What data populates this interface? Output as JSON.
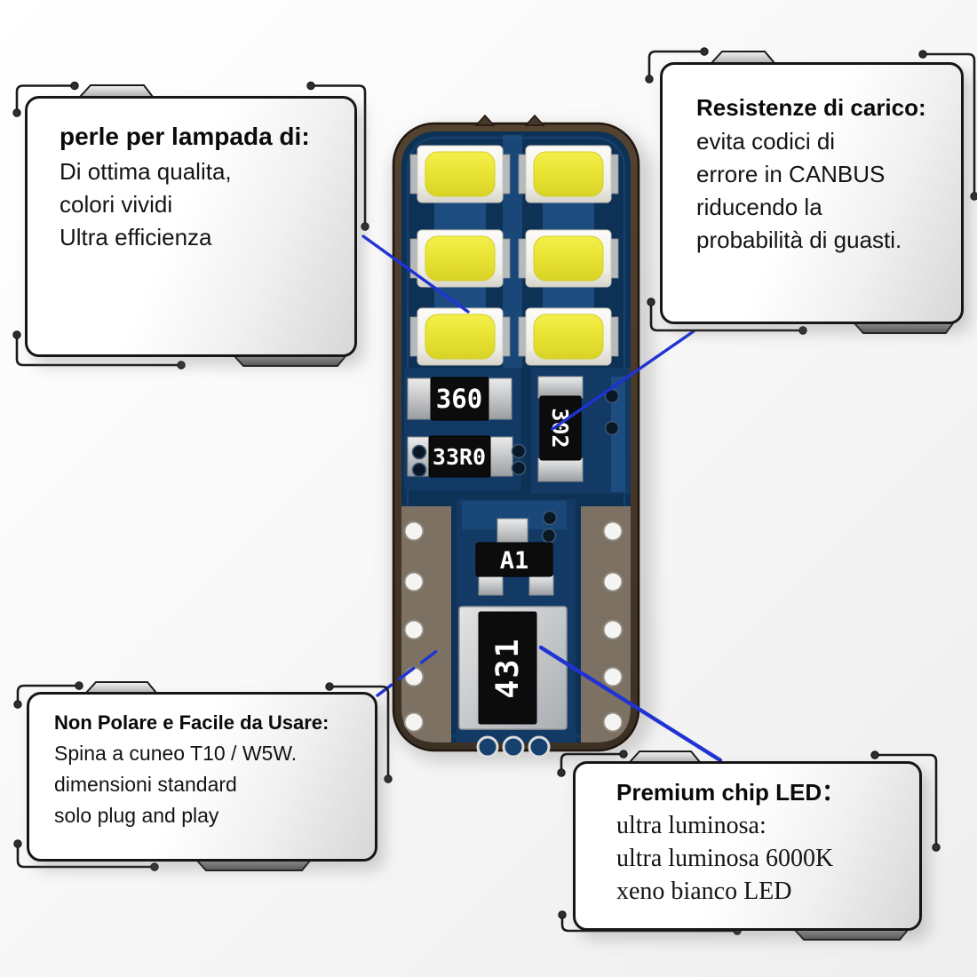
{
  "callouts": [
    {
      "title": "perle per lampada di:",
      "lines": [
        "Di ottima qualita,",
        "colori vividi",
        "Ultra efficienza"
      ]
    },
    {
      "title": "Resistenze di carico:",
      "lines": [
        "evita codici di",
        "errore in CANBUS",
        "riducendo la",
        "probabilità di guasti."
      ]
    },
    {
      "title": "Non Polare e Facile da Usare:",
      "lines": [
        "Spina a cuneo T10 / W5W.",
        "dimensioni standard",
        "solo plug and play"
      ]
    },
    {
      "title": "Premium chip LED：",
      "lines": [
        "ultra luminosa:",
        "ultra luminosa 6000K",
        "xeno bianco LED"
      ]
    }
  ],
  "board": {
    "labels": {
      "resistor_360": "360",
      "resistor_33r0": "33R0",
      "resistor_302": "302",
      "transistor_a1": "A1",
      "regulator_431": "431"
    }
  },
  "colors": {
    "annotation_blue": "#1f33d4",
    "pcb_navy": "#0e3156",
    "pcb_trace": "#1d4d80",
    "led_yellow": "#ece73b",
    "pcb_rim_brown": "#46382a",
    "contact_taupe": "#7c7162"
  }
}
